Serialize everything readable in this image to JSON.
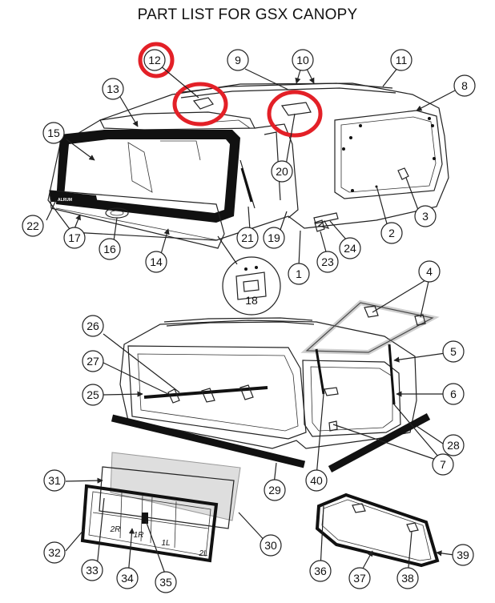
{
  "title": "PART LIST FOR GSX CANOPY",
  "brand_mark": "ALRUM",
  "highlight_color": "#e32027",
  "panel_marks": [
    "2R",
    "1R",
    "1L",
    "2L"
  ],
  "callouts": [
    "1",
    "2",
    "3",
    "4",
    "5",
    "6",
    "7",
    "8",
    "9",
    "10",
    "11",
    "12",
    "13",
    "14",
    "15",
    "16",
    "17",
    "18",
    "19",
    "20",
    "21",
    "22",
    "23",
    "24",
    "25",
    "26",
    "27",
    "28",
    "29",
    "30",
    "31",
    "32",
    "33",
    "34",
    "35",
    "36",
    "37",
    "38",
    "39",
    "40"
  ],
  "highlighted_parts": [
    "12",
    "20"
  ]
}
